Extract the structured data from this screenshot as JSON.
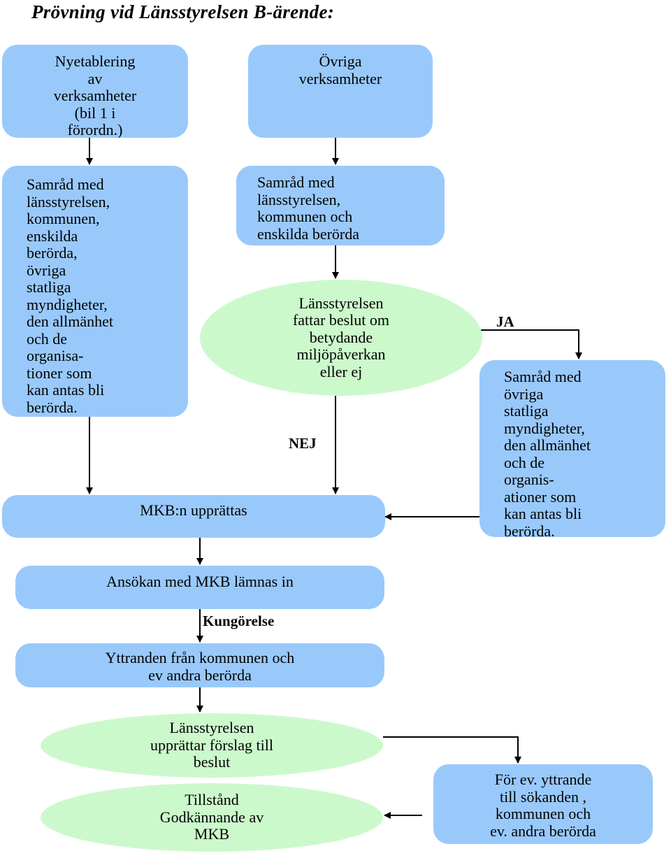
{
  "title": "Prövning vid Länsstyrelsen B-ärende:",
  "nodes": {
    "nyetablering": "Nyetablering\nav\nverksamheter\n(bil 1 i\nförordn.)",
    "ovriga_verksamheter": "Övriga\nverksamheter",
    "samrad_left": "Samråd med\nlänsstyrelsen,\nkommunen,\nenskilda\nberörda,\növriga\nstatliga\nmyndigheter,\nden allmänhet\noch de\norganisa-\ntioner som\nkan antas bli\nberörda.",
    "samrad_mid": "Samråd med\nlänsstyrelsen,\nkommunen och\nenskilda berörda",
    "beslut_miljo": "Länsstyrelsen\nfattar beslut om\nbetydande\nmiljöpåverkan\neller ej",
    "samrad_right": "Samråd med\növriga\nstatliga\nmyndigheter,\nden allmänhet\noch de\norganis-\nationer som\nkan antas bli\nberörda.",
    "mkb": "MKB:n upprättas",
    "ansokan": "Ansökan med MKB lämnas in",
    "yttranden": "Yttranden från kommunen och\nev andra berörda",
    "forslag": "Länsstyrelsen\nupprättar förslag till\nbeslut",
    "yttrande_sokanden": "För ev. yttrande\ntill sökanden ,\nkommunen och\nev. andra berörda",
    "tillstand": "Tillstånd\nGodkännande av\nMKB"
  },
  "labels": {
    "ja": "JA",
    "nej": "NEJ",
    "kungorelse": "Kungörelse"
  },
  "colors": {
    "box": "#99c9fb",
    "ellipse": "#ccf9cc",
    "line": "#000000"
  }
}
